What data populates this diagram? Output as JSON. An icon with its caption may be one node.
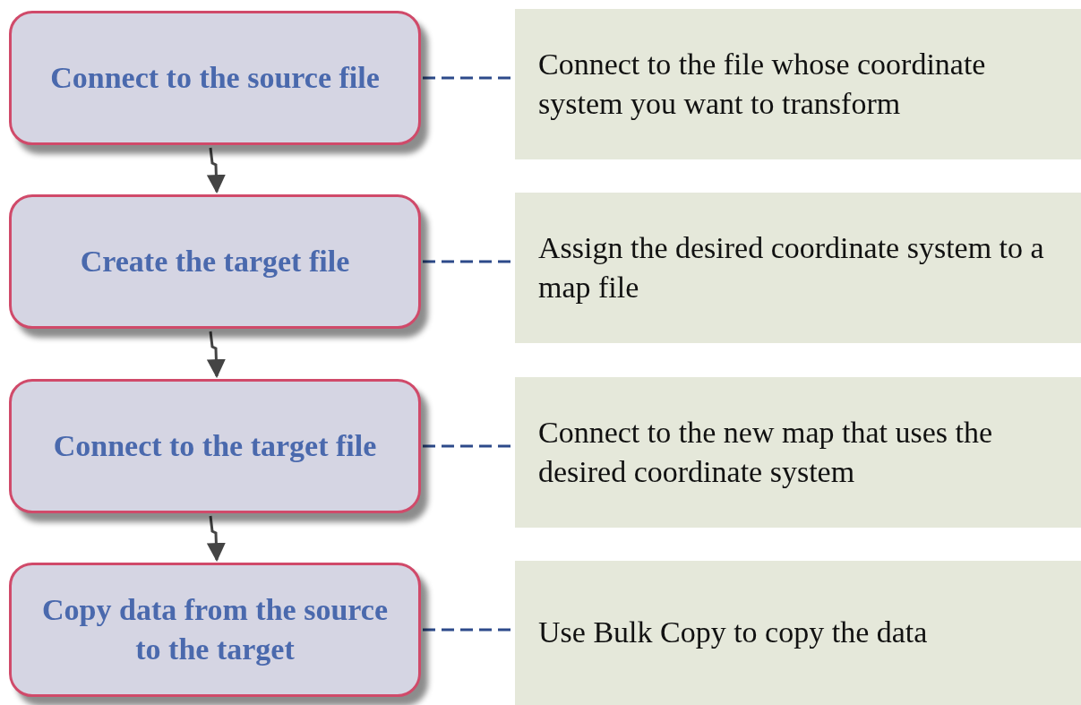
{
  "diagram": {
    "nodes": [
      {
        "text": [
          "Connect to the source file"
        ]
      },
      {
        "text": [
          "Connect to the file whose coordinate system you want to transform"
        ]
      },
      {
        "text": [
          "Create the target file"
        ]
      },
      {
        "text": [
          "Assign the desired coordinate system to a map file"
        ]
      },
      {
        "text": [
          "Connect to the target file"
        ]
      },
      {
        "text": [
          "Connect to the new map that uses the desired coordinate system"
        ]
      },
      {
        "text": [
          "Copy data from the source to the target"
        ]
      },
      {
        "text": [
          "Use Bulk Copy to copy the data"
        ]
      }
    ],
    "edges": [
      {
        "from": 0,
        "to": 2,
        "arrow": "to"
      },
      {
        "from": 2,
        "to": 4,
        "arrow": "to"
      },
      {
        "from": 4,
        "to": 6,
        "arrow": "to"
      },
      {
        "from": 0,
        "to": 1,
        "arrow": "none",
        "style": "dashed",
        "color": "#2d4a8a"
      },
      {
        "from": 2,
        "to": 3,
        "arrow": "none",
        "style": "dashed",
        "color": "#2d4a8a"
      },
      {
        "from": 4,
        "to": 5,
        "arrow": "none",
        "style": "dashed",
        "color": "#2d4a8a"
      },
      {
        "from": 6,
        "to": 7,
        "arrow": "none",
        "style": "dashed",
        "color": "#2d4a8a"
      }
    ]
  }
}
